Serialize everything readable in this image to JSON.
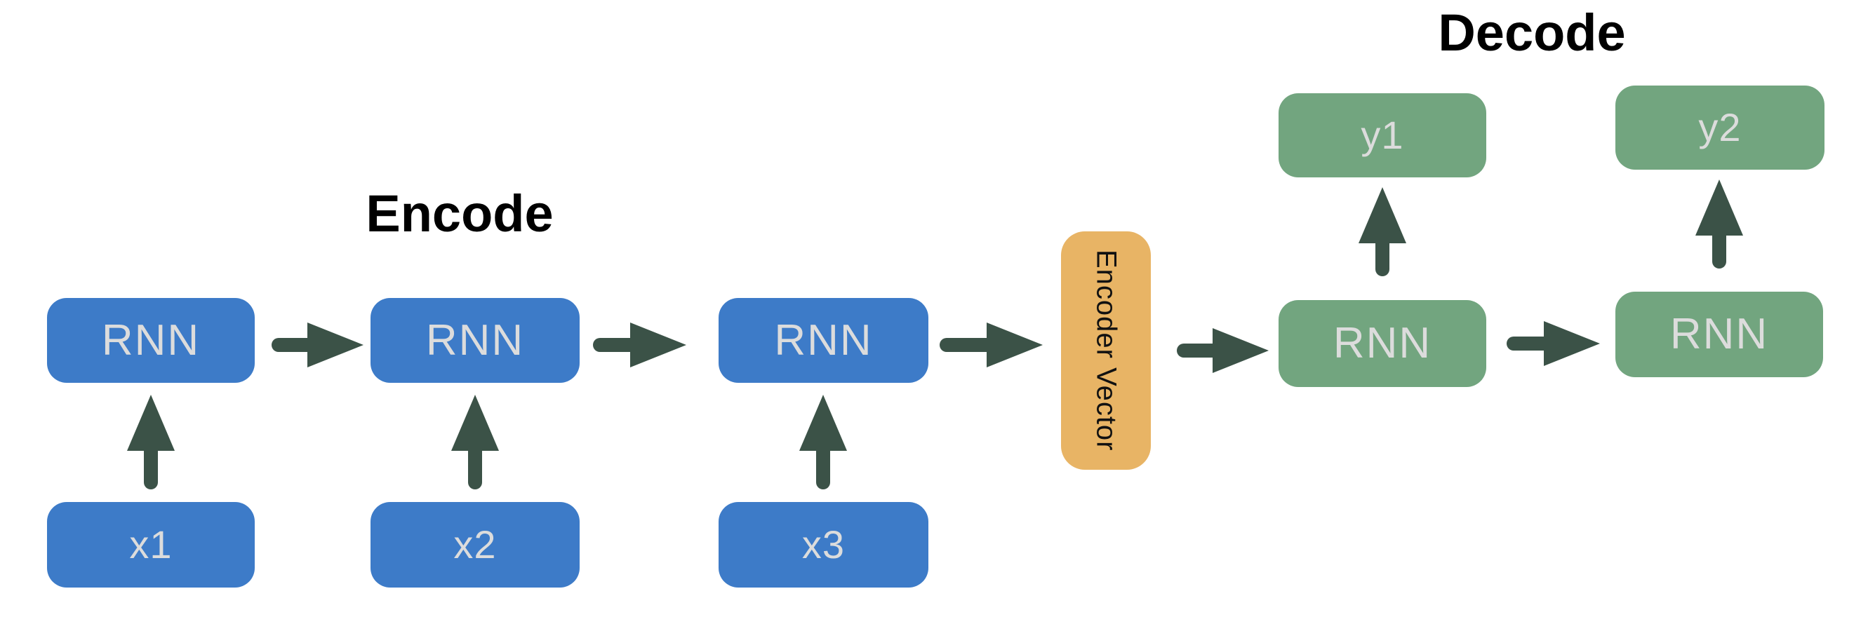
{
  "titles": {
    "encode": "Encode",
    "decode": "Decode"
  },
  "encoder": {
    "rnn_label": "RNN",
    "inputs": [
      "x1",
      "x2",
      "x3"
    ]
  },
  "bridge": {
    "label": "Encoder Vector"
  },
  "decoder": {
    "rnn_label": "RNN",
    "outputs": [
      "y1",
      "y2"
    ]
  },
  "colors": {
    "box_blue": "#3d7bc8",
    "box_green": "#72a57f",
    "box_orange": "#e8b465",
    "arrow": "#3b5247",
    "box_text": "#dcdcdc",
    "title": "#000000"
  }
}
